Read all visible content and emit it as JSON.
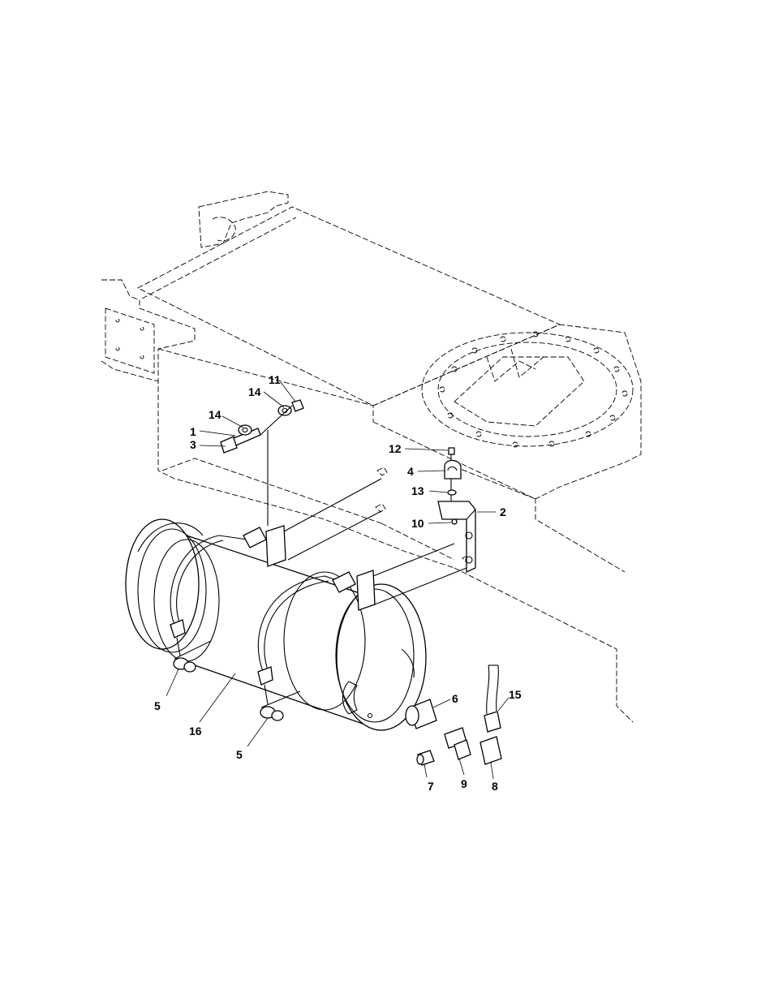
{
  "callouts": {
    "c1": "1",
    "c3": "3",
    "c14a": "14",
    "c14b": "14",
    "c11": "11",
    "c12": "12",
    "c4": "4",
    "c13": "13",
    "c2": "2",
    "c10": "10",
    "c5a": "5",
    "c5b": "5",
    "c16": "16",
    "c6": "6",
    "c15": "15",
    "c7": "7",
    "c9": "9",
    "c8": "8"
  }
}
